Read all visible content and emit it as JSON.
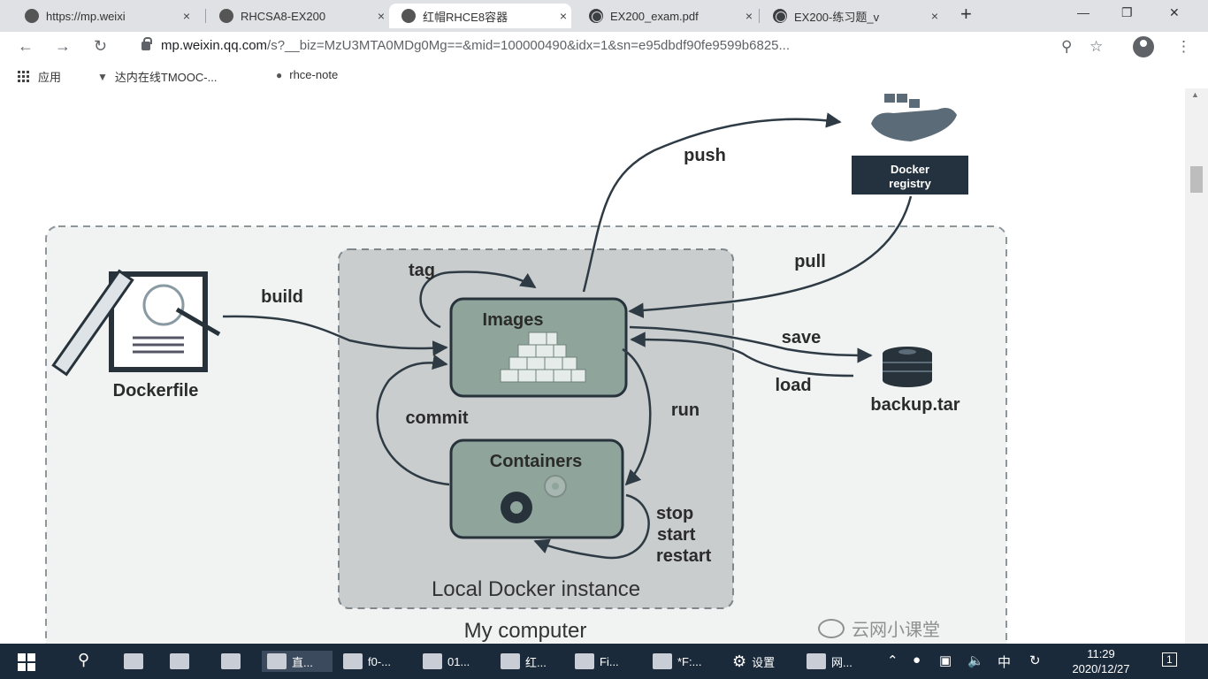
{
  "browser": {
    "tabs": [
      {
        "title": "https://mp.weixi",
        "icon": "wechat-icon",
        "active": false
      },
      {
        "title": "RHCSA8-EX200",
        "icon": "wechat-icon",
        "active": false
      },
      {
        "title": "红帽RHCE8容器",
        "icon": "wechat-icon",
        "active": true
      },
      {
        "title": "EX200_exam.pdf",
        "icon": "globe-icon",
        "active": false
      },
      {
        "title": "EX200-练习题_v",
        "icon": "globe-icon",
        "active": false
      }
    ],
    "close_glyph": "×",
    "new_tab_glyph": "+",
    "url_host": "mp.weixin.qq.com",
    "url_rest": "/s?__biz=MzU3MTA0MDg0Mg==&mid=100000490&idx=1&sn=e95dbdf90fe9599b6825...",
    "bookmarks": [
      {
        "label": "应用",
        "icon": "apps-icon"
      },
      {
        "label": "达内在线TMOOC-...",
        "icon": "bookmark-icon"
      },
      {
        "label": "rhce-note",
        "icon": "wechat-icon"
      }
    ]
  },
  "diagram": {
    "outer_label": "My computer",
    "inner_label": "Local Docker instance",
    "dockerfile_label": "Dockerfile",
    "registry_label_1": "Docker",
    "registry_label_2": "registry",
    "images_label": "Images",
    "containers_label": "Containers",
    "backup_label": "backup.tar",
    "arrows": {
      "build": "build",
      "tag": "tag",
      "push": "push",
      "pull": "pull",
      "save": "save",
      "load": "load",
      "run": "run",
      "commit": "commit",
      "stop": "stop",
      "start": "start",
      "restart": "restart"
    },
    "colors": {
      "box_fill": "#8fa59c",
      "inner_fill": "#c9cdcd",
      "outer_fill": "#f1f3f3",
      "registry_band": "#24323f",
      "stroke": "#2e3a44"
    }
  },
  "watermark": "云网小课堂",
  "taskbar": {
    "items": [
      {
        "label": "直...",
        "icon": "ppt-icon"
      },
      {
        "label": "f0-...",
        "icon": "window-icon"
      },
      {
        "label": "01...",
        "icon": "file-icon"
      },
      {
        "label": "红...",
        "icon": "chrome-icon"
      },
      {
        "label": "Fi...",
        "icon": "folder-icon"
      },
      {
        "label": "*F:...",
        "icon": "editor-icon"
      },
      {
        "label": "设置",
        "icon": "gear-icon"
      },
      {
        "label": "网...",
        "icon": "network-icon"
      }
    ],
    "ime": "中",
    "time": "11:29",
    "date": "2020/12/27",
    "notifications": "1"
  }
}
